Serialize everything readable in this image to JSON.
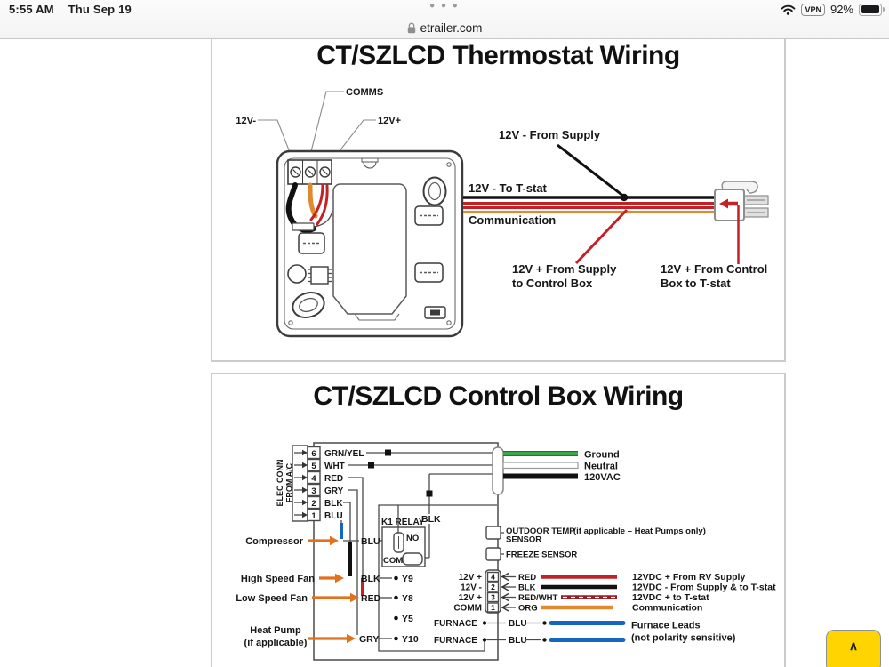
{
  "status_bar": {
    "time": "5:55 AM",
    "date": "Thu Sep 19",
    "pager_dots": "● ● ●",
    "vpn": "VPN",
    "battery_percent": "92%"
  },
  "url_bar": {
    "domain": "etrailer.com"
  },
  "thermostat_panel": {
    "title": "CT/SZLCD Thermostat Wiring",
    "labels": {
      "comms": "COMMS",
      "v_minus": "12V-",
      "v_plus": "12V+",
      "from_supply": "12V -  From Supply",
      "to_tstat": "12V -  To T-stat",
      "communication": "Communication",
      "supply_to_box_1": "12V +  From Supply",
      "supply_to_box_2": "to Control Box",
      "control_to_tstat_1": "12V + From Control",
      "control_to_tstat_2": "Box to T-stat"
    }
  },
  "control_panel": {
    "title": "CT/SZLCD Control Box Wiring",
    "elec_conn": {
      "line1": "ELEC CONN",
      "line2": "FROM A/C"
    },
    "pins": [
      {
        "n": "6",
        "label": "GRN/YEL"
      },
      {
        "n": "5",
        "label": "WHT"
      },
      {
        "n": "4",
        "label": "RED"
      },
      {
        "n": "3",
        "label": "GRY"
      },
      {
        "n": "2",
        "label": "BLK"
      },
      {
        "n": "1",
        "label": "BLU"
      }
    ],
    "ac_out": {
      "ground": "Ground",
      "neutral": "Neutral",
      "vac": "120VAC"
    },
    "machines": {
      "compressor": "Compressor",
      "high_speed_fan": "High Speed Fan",
      "low_speed_fan": "Low Speed Fan",
      "heat_pump_1": "Heat Pump",
      "heat_pump_2": "(if applicable)"
    },
    "wire_tags": {
      "blu": "BLU",
      "blk": "BLK",
      "red": "RED",
      "gry": "GRY"
    },
    "relay": {
      "name": "K1 RELAY",
      "no": "NO",
      "com": "COM",
      "wire": "BLK"
    },
    "y_terminals": [
      "Y9",
      "Y8",
      "Y5",
      "Y10"
    ],
    "sensors": {
      "outdoor_1": "OUTDOOR TEMP",
      "outdoor_2": "SENSOR",
      "outdoor_note": "(if applicable – Heat Pumps only)",
      "freeze": "FREEZE SENSOR"
    },
    "dc_rows": [
      {
        "pin": "12V +",
        "n": "4",
        "wire": "RED",
        "desc": "12VDC  +  From RV Supply"
      },
      {
        "pin": "12V -",
        "n": "2",
        "wire": "BLK",
        "desc": "12VDC  -  From Supply & to T-stat"
      },
      {
        "pin": "12V +",
        "n": "3",
        "wire": "RED/WHT",
        "desc": "12VDC  +  to T-stat"
      },
      {
        "pin": "COMM",
        "n": "1",
        "wire": "ORG",
        "desc": "Communication"
      }
    ],
    "furnace": {
      "label": "FURNACE",
      "wire": "BLU",
      "leads_1": "Furnace Leads",
      "leads_2": "(not polarity sensitive)"
    }
  },
  "back_to_top": {
    "caret": "∧"
  },
  "colors": {
    "wire_red": "#c42127",
    "wire_orange": "#e08a2e",
    "wire_blue": "#1566c0",
    "wire_green": "#3fae4c",
    "wire_black": "#111111",
    "arrow_orange": "#e2711d",
    "button_yellow": "#ffd400",
    "panel_border": "#cccccc"
  }
}
